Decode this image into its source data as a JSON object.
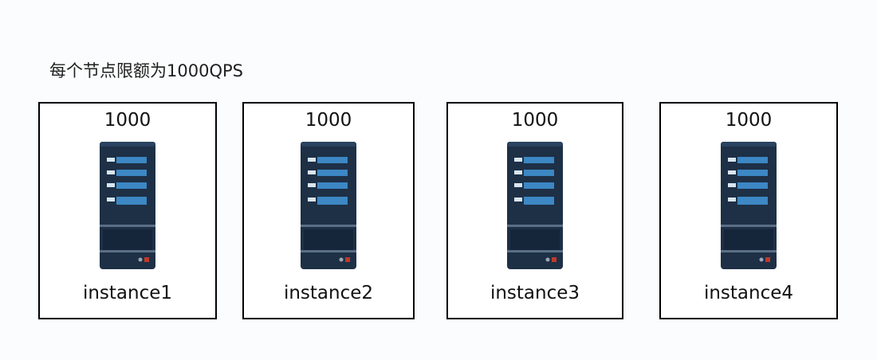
{
  "caption": "每个节点限额为1000QPS",
  "nodes": [
    {
      "quota": "1000",
      "name": "instance1",
      "icon": "server-icon"
    },
    {
      "quota": "1000",
      "name": "instance2",
      "icon": "server-icon"
    },
    {
      "quota": "1000",
      "name": "instance3",
      "icon": "server-icon"
    },
    {
      "quota": "1000",
      "name": "instance4",
      "icon": "server-icon"
    }
  ],
  "colors": {
    "server_body": "#1e3046",
    "server_bay": "#3c87c4",
    "border": "#000000"
  }
}
